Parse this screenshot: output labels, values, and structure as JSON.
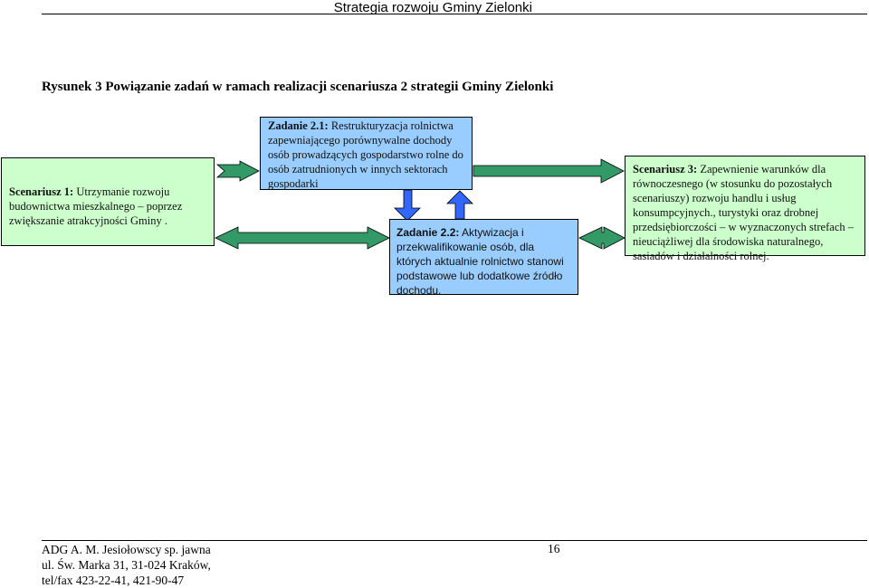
{
  "header": {
    "title": "Strategia rozwoju Gminy Zielonki"
  },
  "figure": {
    "title": "Rysunek 3 Powiązanie zadań w ramach realizacji scenariusza 2 strategii Gminy Zielonki"
  },
  "boxes": {
    "scenario1": {
      "label": "Scenariusz 1:",
      "text": " Utrzymanie rozwoju budownictwa mieszkalnego – poprzez zwiększanie atrakcyjności Gminy ."
    },
    "task21": {
      "label": "Zadanie 2.1:",
      "text": " Restrukturyzacja rolnictwa zapewniającego porównywalne dochody osób prowadzących gospodarstwo rolne do osób zatrudnionych w innych sektorach gospodarki"
    },
    "task22": {
      "label": "Zadanie 2.2:",
      "text": " Aktywizacja i przekwalifikowanie osób, dla których aktualnie rolnictwo stanowi podstawowe lub dodatkowe źródło dochodu."
    },
    "scenario3": {
      "label": "Scenariusz 3:",
      "text": " Zapewnienie warunków dla równoczesnego (w stosunku do pozostałych scenariuszy) rozwoju handlu i usług konsumpcyjnych., turystyki oraz drobnej przedsiębiorczości – w wyznaczonych strefach – nieuciążliwej dla środowiska naturalnego, sasiadów i działalności rolnej."
    }
  },
  "colors": {
    "scenario_fill": "#ccffcc",
    "task_fill": "#99ccff",
    "green_arrow": "#339966",
    "blue_arrow": "#3366ff"
  },
  "footer": {
    "line1": "ADG A. M. Jesiołowscy sp. jawna",
    "line2": "ul. Św. Marka 31, 31-024 Kraków,",
    "line3": "tel/fax 423-22-41, 421-90-47",
    "page": "16"
  }
}
